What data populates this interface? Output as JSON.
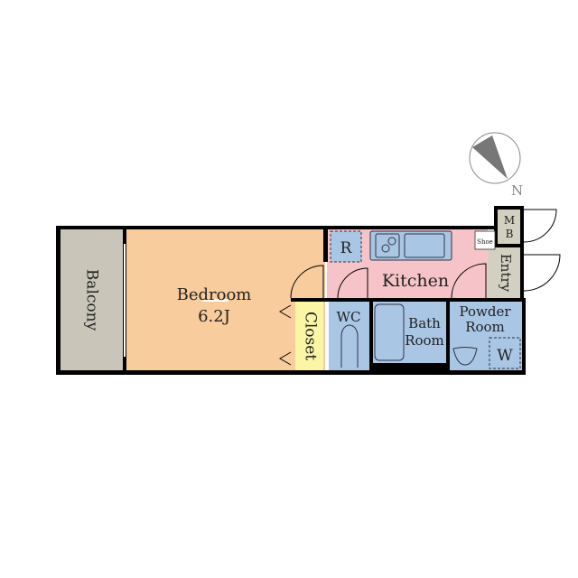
{
  "floorplan": {
    "rooms": {
      "balcony": "Balcony",
      "bedroom": "Bedroom",
      "bedroom_size": "6.2J",
      "kitchen": "Kitchen",
      "refrigerator": "R",
      "closet": "Closet",
      "wc": "WC",
      "bath_line1": "Bath",
      "bath_line2": "Room",
      "powder_line1": "Powder",
      "powder_line2": "Room",
      "washer": "W",
      "entry": "Entry",
      "shoe": "Shoe",
      "mb_line1": "M",
      "mb_line2": "B"
    },
    "compass": {
      "label": "N"
    },
    "colors": {
      "balcony": "#c9c6b9",
      "bedroom": "#f8cc9c",
      "kitchen": "#f6c4c8",
      "wet": "#a9c6e4",
      "closet": "#fbf6a6",
      "entry": "#d3d0c2"
    }
  }
}
